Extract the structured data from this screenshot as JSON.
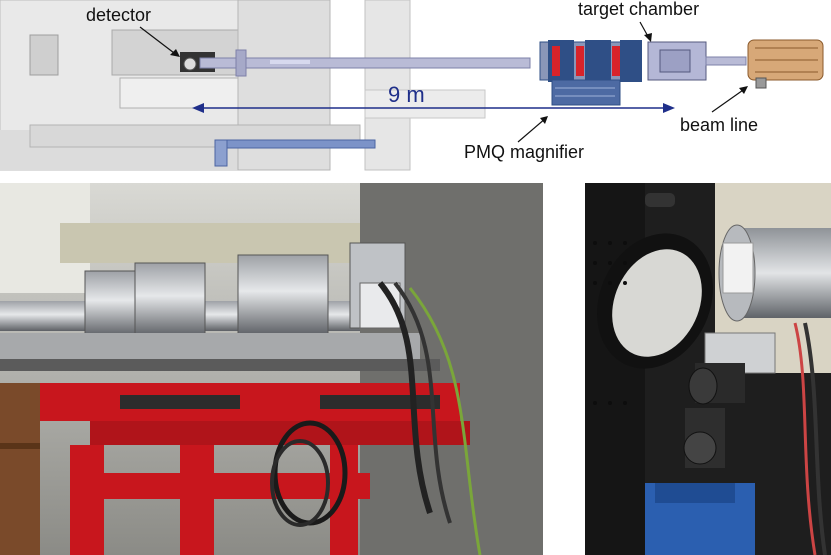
{
  "annotations": {
    "detector": "detector",
    "target_chamber": "target chamber",
    "distance": "9 m",
    "beam_line": "beam line",
    "pmq_magnifier": "PMQ magnifier"
  },
  "colors": {
    "dimension_arrow": "#1f2f8a",
    "magnet_red": "#d8232a",
    "frame_red": "#c8161d",
    "quad_blue": "#2f4f86",
    "cad_grey": "#d9d9d9",
    "beamline_lilac": "#b7b9d8",
    "camera_blue": "#2b5fb0"
  }
}
